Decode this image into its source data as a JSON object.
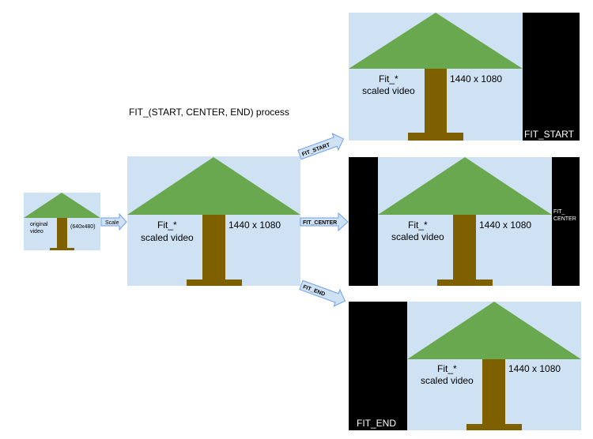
{
  "title": "FIT_(START, CENTER, END) process",
  "colors": {
    "sky": "#cfe2f3",
    "foliage": "#6aa84f",
    "trunk": "#7f6000",
    "letterbox": "#000000",
    "arrow_fill": "#cfe2f3",
    "arrow_stroke": "#6d9eeb"
  },
  "original": {
    "label_line1": "original",
    "label_line2": "video",
    "size": "(640x480)"
  },
  "scale_arrow": {
    "label": "Scale"
  },
  "scaled": {
    "label_line1": "Fit_*",
    "label_line2": "scaled video",
    "size": "1440 x 1080"
  },
  "arrows": {
    "fit_start": "FIT_START",
    "fit_center": "FIT_CENTER",
    "fit_end": "FIT_END"
  },
  "fit_start": {
    "label_line1": "Fit_*",
    "label_line2": "scaled video",
    "size": "1440 x 1080",
    "tag": "FIT_START"
  },
  "fit_center": {
    "label_line1": "Fit_*",
    "label_line2": "scaled video",
    "size": "1440 x 1080",
    "tag_line1": "FIT_",
    "tag_line2": "CENTER"
  },
  "fit_end": {
    "label_line1": "Fit_*",
    "label_line2": "scaled video",
    "size": "1440 x 1080",
    "tag": "FIT_END"
  }
}
